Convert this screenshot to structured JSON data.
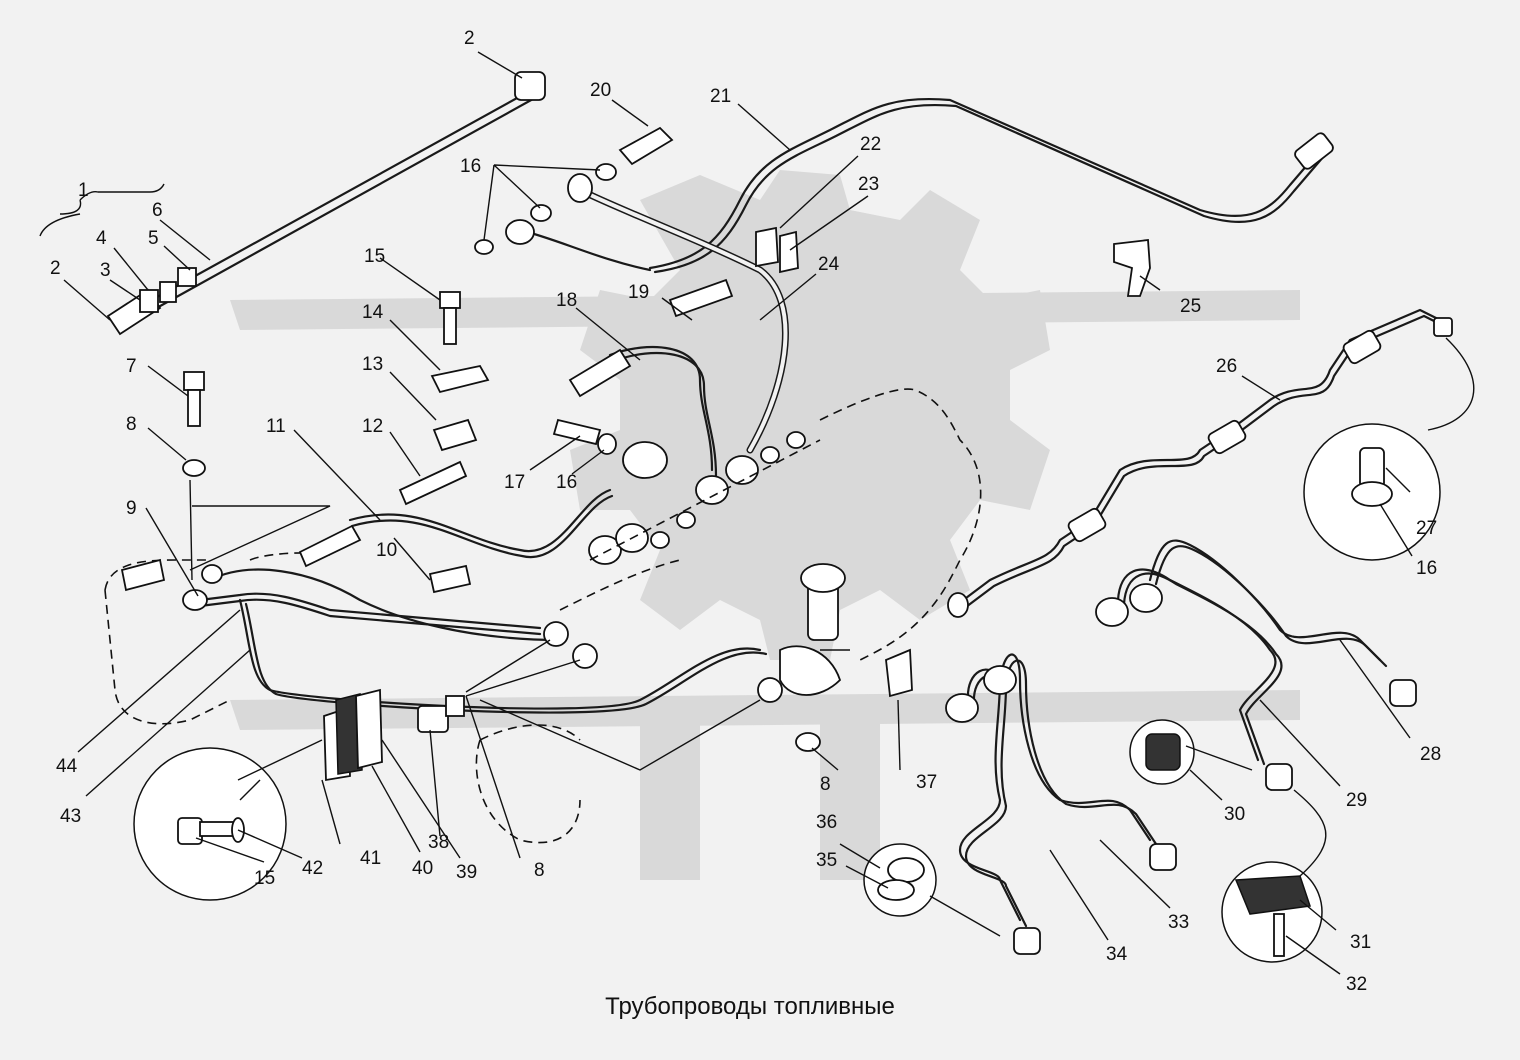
{
  "caption": "Трубопроводы топливные",
  "colors": {
    "background": "#f2f2f2",
    "watermark": "#d9d9d9",
    "ink": "#111111"
  },
  "callouts": [
    {
      "id": "c1",
      "text": "1"
    },
    {
      "id": "c2a",
      "text": "2"
    },
    {
      "id": "c2b",
      "text": "2"
    },
    {
      "id": "c3",
      "text": "3"
    },
    {
      "id": "c4",
      "text": "4"
    },
    {
      "id": "c5",
      "text": "5"
    },
    {
      "id": "c6",
      "text": "6"
    },
    {
      "id": "c7",
      "text": "7"
    },
    {
      "id": "c8a",
      "text": "8"
    },
    {
      "id": "c8b",
      "text": "8"
    },
    {
      "id": "c8c",
      "text": "8"
    },
    {
      "id": "c9",
      "text": "9"
    },
    {
      "id": "c10",
      "text": "10"
    },
    {
      "id": "c11",
      "text": "11"
    },
    {
      "id": "c12",
      "text": "12"
    },
    {
      "id": "c13",
      "text": "13"
    },
    {
      "id": "c14",
      "text": "14"
    },
    {
      "id": "c15a",
      "text": "15"
    },
    {
      "id": "c15b",
      "text": "15"
    },
    {
      "id": "c16a",
      "text": "16"
    },
    {
      "id": "c16b",
      "text": "16"
    },
    {
      "id": "c16c",
      "text": "16"
    },
    {
      "id": "c17",
      "text": "17"
    },
    {
      "id": "c18",
      "text": "18"
    },
    {
      "id": "c19",
      "text": "19"
    },
    {
      "id": "c20",
      "text": "20"
    },
    {
      "id": "c21",
      "text": "21"
    },
    {
      "id": "c22",
      "text": "22"
    },
    {
      "id": "c23",
      "text": "23"
    },
    {
      "id": "c24",
      "text": "24"
    },
    {
      "id": "c25",
      "text": "25"
    },
    {
      "id": "c26",
      "text": "26"
    },
    {
      "id": "c27",
      "text": "27"
    },
    {
      "id": "c28",
      "text": "28"
    },
    {
      "id": "c29",
      "text": "29"
    },
    {
      "id": "c30",
      "text": "30"
    },
    {
      "id": "c31",
      "text": "31"
    },
    {
      "id": "c32",
      "text": "32"
    },
    {
      "id": "c33",
      "text": "33"
    },
    {
      "id": "c34",
      "text": "34"
    },
    {
      "id": "c35",
      "text": "35"
    },
    {
      "id": "c36",
      "text": "36"
    },
    {
      "id": "c37",
      "text": "37"
    },
    {
      "id": "c38",
      "text": "38"
    },
    {
      "id": "c39",
      "text": "39"
    },
    {
      "id": "c40",
      "text": "40"
    },
    {
      "id": "c41",
      "text": "41"
    },
    {
      "id": "c42",
      "text": "42"
    },
    {
      "id": "c43",
      "text": "43"
    },
    {
      "id": "c44",
      "text": "44"
    }
  ]
}
